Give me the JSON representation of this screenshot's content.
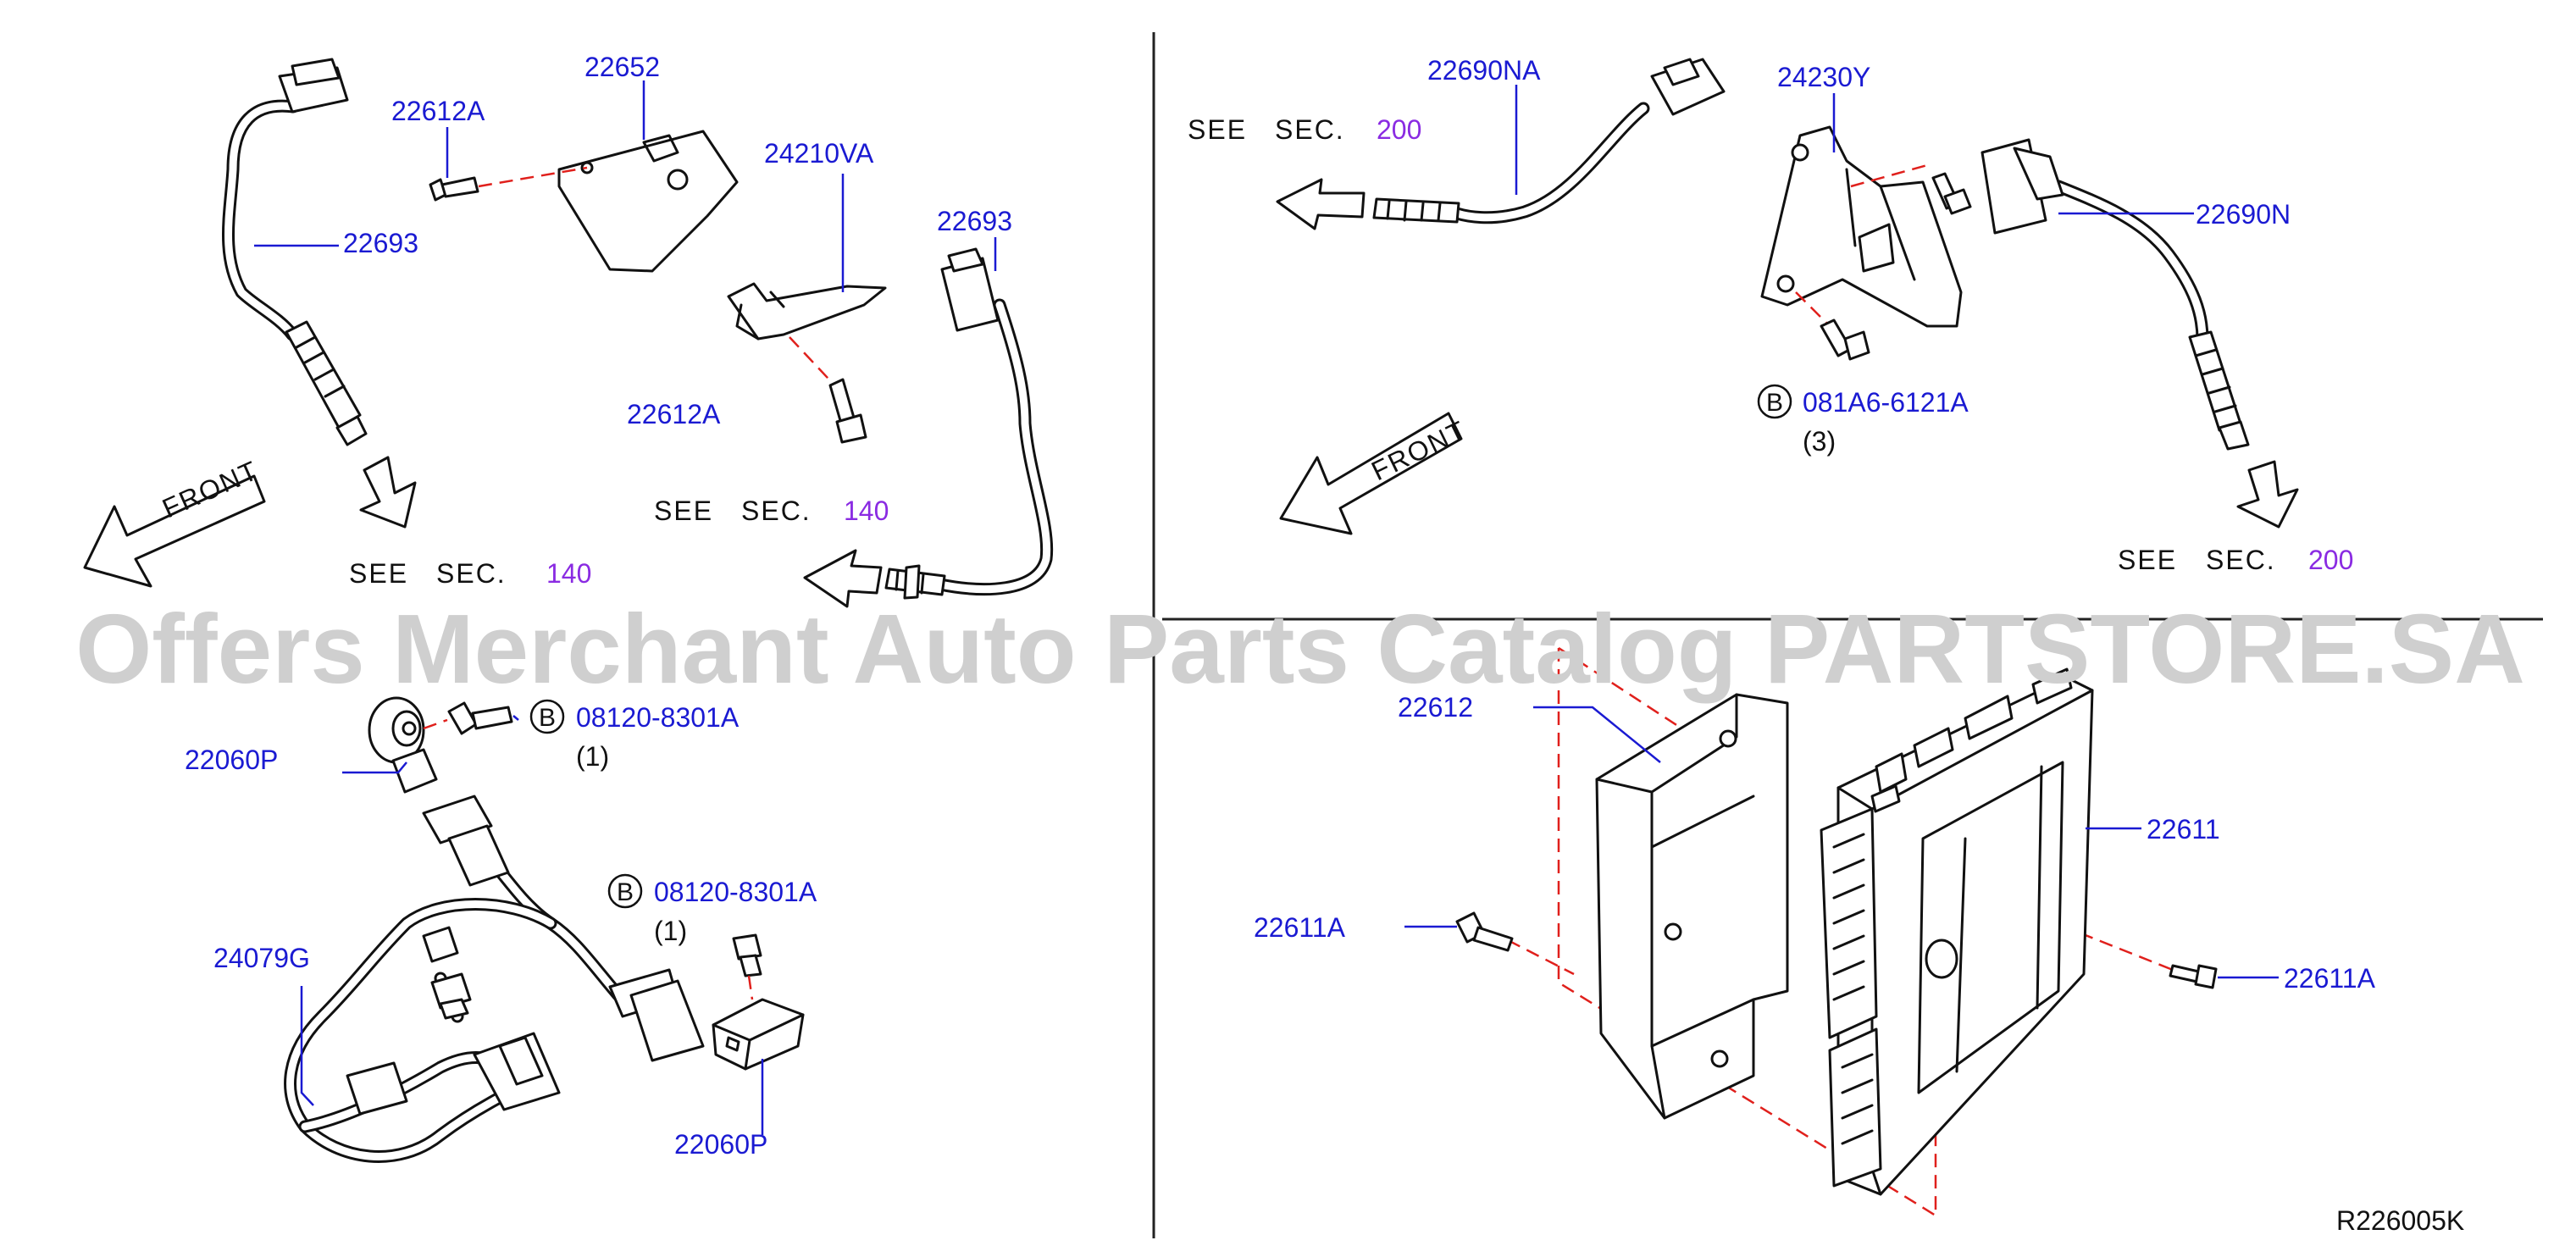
{
  "watermark": "Offers Merchant Auto Parts Catalog PARTSTORE.SA",
  "diagram_code": "R226005K",
  "see_text": "SEE",
  "sec_text": "SEC.",
  "front_label": "FRONT",
  "circle_b": "B",
  "colors": {
    "part_number": "#1a1ad2",
    "section_ref": "#8a2be2",
    "dash_line": "#e0201c"
  },
  "sections": {
    "top_left": {
      "parts": {
        "p22652": "22652",
        "p22612A_upper": "22612A",
        "p22693_left": "22693",
        "p24210VA": "24210VA",
        "p22693_right": "22693",
        "p22612A_lower": "22612A"
      },
      "see_ref_lower": "140",
      "see_ref_right": "140"
    },
    "top_right": {
      "parts": {
        "p22690NA": "22690NA",
        "p24230Y": "24230Y",
        "p22690N": "22690N",
        "p081A6": "081A6-6121A"
      },
      "qty_081A6": "(3)",
      "see_ref_left": "200",
      "see_ref_lower": "200"
    },
    "bottom_left": {
      "parts": {
        "p08120_upper": "08120-8301A",
        "p22060P_upper": "22060P",
        "p08120_lower": "08120-8301A",
        "p24079G": "24079G",
        "p22060P_lower": "22060P"
      },
      "qty_upper": "(1)",
      "qty_lower": "(1)"
    },
    "bottom_right": {
      "parts": {
        "p22612": "22612",
        "p22611": "22611",
        "p22611A_left": "22611A",
        "p22611A_right": "22611A"
      }
    }
  }
}
